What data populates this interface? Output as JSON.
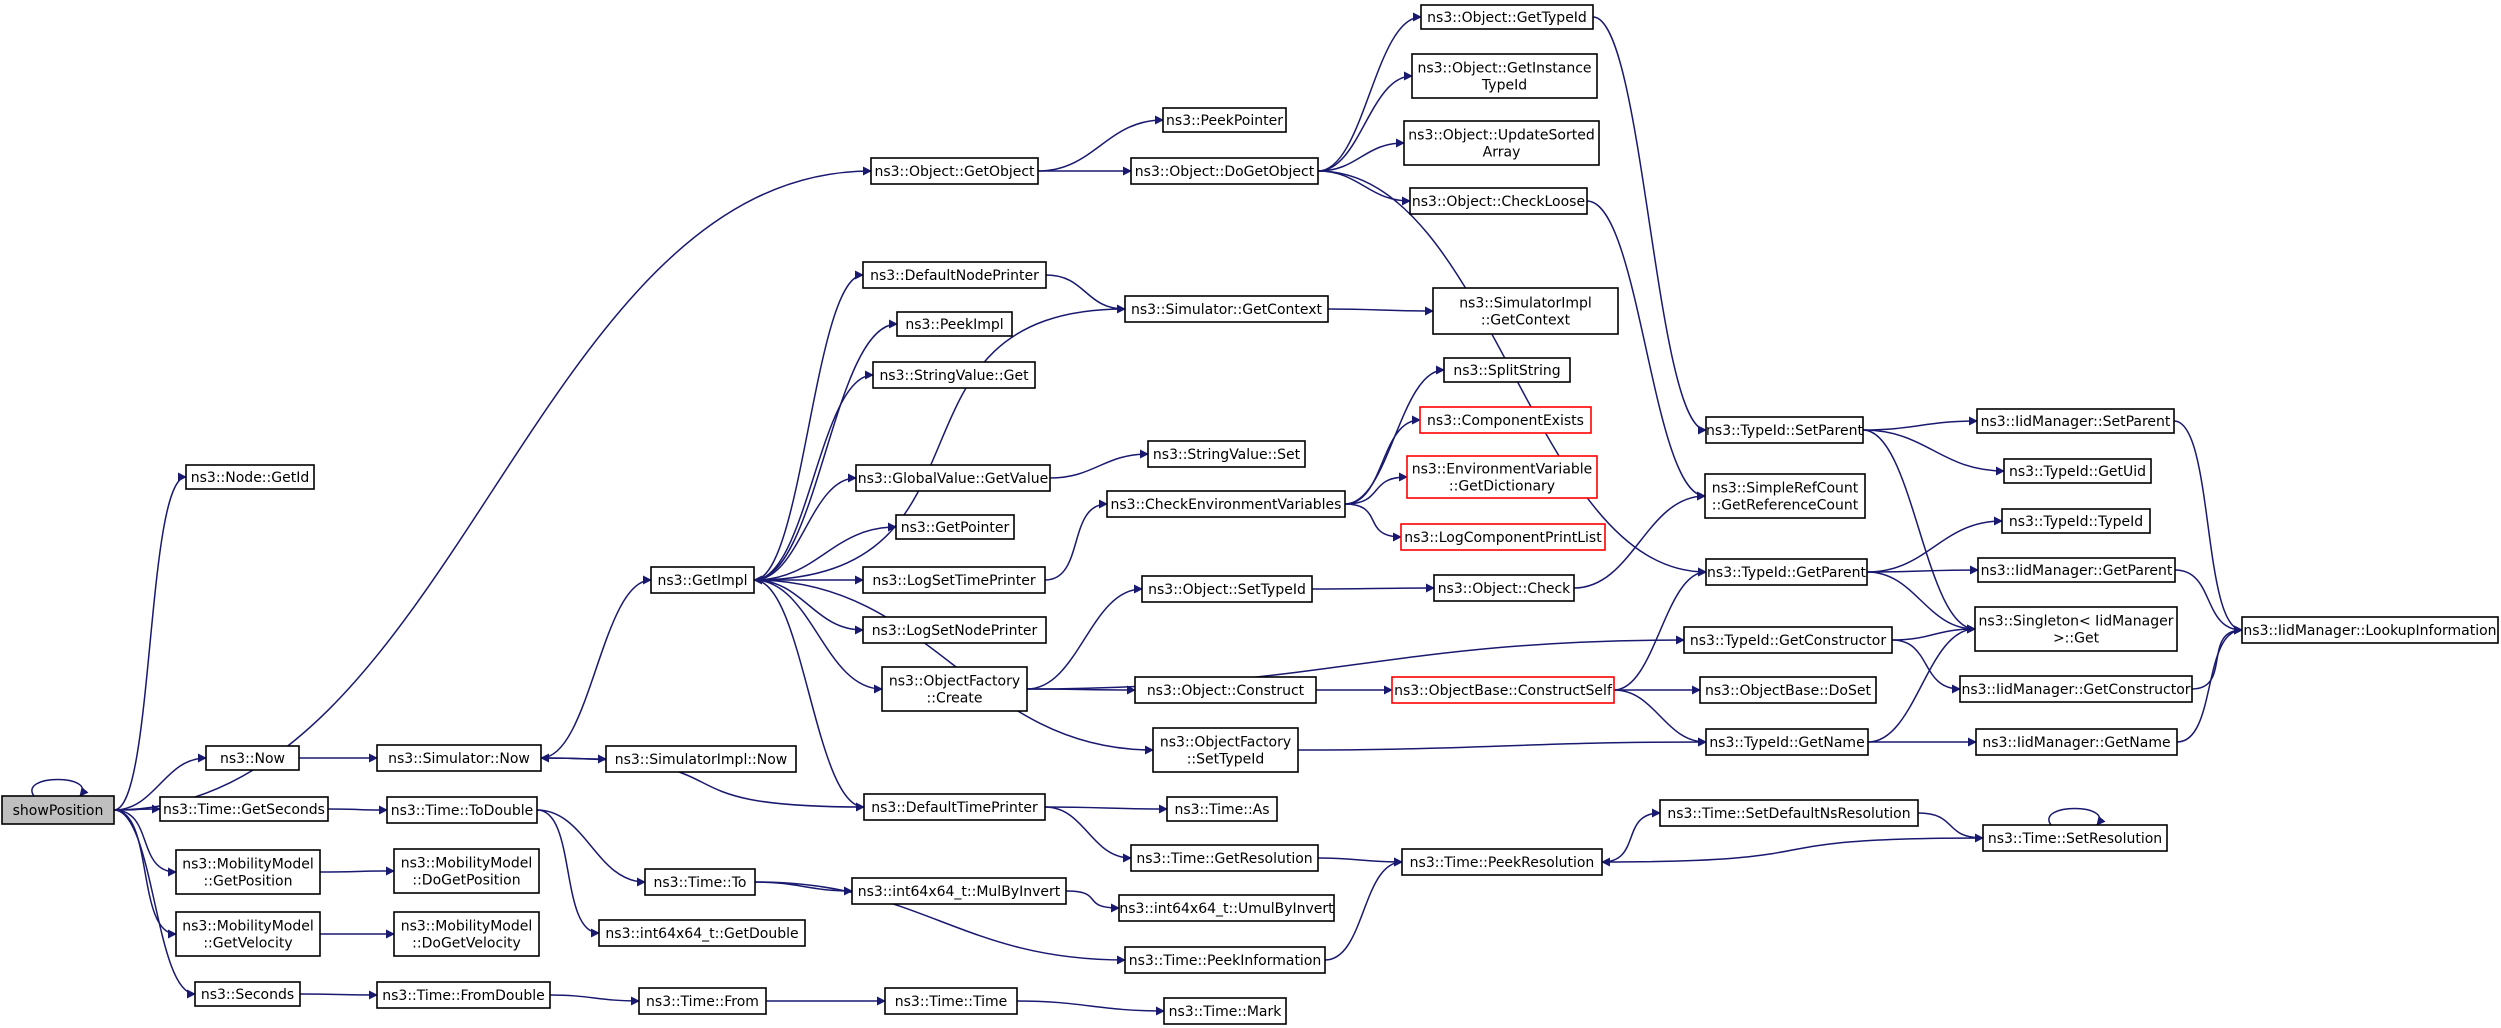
{
  "colors": {
    "edge": "#191970",
    "node_border": "#000000",
    "error_border": "#ff0000",
    "root_fill": "#bfbfbf"
  },
  "nodes": [
    {
      "id": "showPosition",
      "lines": [
        "showPosition"
      ]
    },
    {
      "id": "Node_GetId",
      "lines": [
        "ns3::Node::GetId"
      ]
    },
    {
      "id": "Object_GetObject",
      "lines": [
        "ns3::Object::GetObject"
      ]
    },
    {
      "id": "PeekPointer",
      "lines": [
        "ns3::PeekPointer"
      ]
    },
    {
      "id": "DoGetObject",
      "lines": [
        "ns3::Object::DoGetObject"
      ]
    },
    {
      "id": "Object_GetTypeId",
      "lines": [
        "ns3::Object::GetTypeId"
      ]
    },
    {
      "id": "GetInstanceTypeId",
      "lines": [
        "ns3::Object::GetInstance",
        "TypeId"
      ]
    },
    {
      "id": "UpdateSortedArray",
      "lines": [
        "ns3::Object::UpdateSorted",
        "Array"
      ]
    },
    {
      "id": "CheckLoose",
      "lines": [
        "ns3::Object::CheckLoose"
      ]
    },
    {
      "id": "DefaultNodePrinter",
      "lines": [
        "ns3::DefaultNodePrinter"
      ]
    },
    {
      "id": "Sim_GetContext",
      "lines": [
        "ns3::Simulator::GetContext"
      ]
    },
    {
      "id": "SimImpl_GetContext",
      "lines": [
        "ns3::SimulatorImpl",
        "::GetContext"
      ]
    },
    {
      "id": "PeekImpl",
      "lines": [
        "ns3::PeekImpl"
      ]
    },
    {
      "id": "StringValue_Get",
      "lines": [
        "ns3::StringValue::Get"
      ]
    },
    {
      "id": "SplitString",
      "lines": [
        "ns3::SplitString"
      ]
    },
    {
      "id": "ComponentExists",
      "lines": [
        "ns3::ComponentExists"
      ],
      "red": true
    },
    {
      "id": "EnvGetDictionary",
      "lines": [
        "ns3::EnvironmentVariable",
        "::GetDictionary"
      ],
      "red": true
    },
    {
      "id": "LogComponentPrintList",
      "lines": [
        "ns3::LogComponentPrintList"
      ],
      "red": true
    },
    {
      "id": "GlobalValue_GetValue",
      "lines": [
        "ns3::GlobalValue::GetValue"
      ]
    },
    {
      "id": "StringValue_Set",
      "lines": [
        "ns3::StringValue::Set"
      ]
    },
    {
      "id": "CheckEnvVars",
      "lines": [
        "ns3::CheckEnvironmentVariables"
      ]
    },
    {
      "id": "GetPointer",
      "lines": [
        "ns3::GetPointer"
      ]
    },
    {
      "id": "GetImpl",
      "lines": [
        "ns3::GetImpl"
      ]
    },
    {
      "id": "LogSetTimePrinter",
      "lines": [
        "ns3::LogSetTimePrinter"
      ]
    },
    {
      "id": "LogSetNodePrinter",
      "lines": [
        "ns3::LogSetNodePrinter"
      ]
    },
    {
      "id": "ObjectFactory_Create",
      "lines": [
        "ns3::ObjectFactory",
        "::Create"
      ]
    },
    {
      "id": "Object_SetTypeId",
      "lines": [
        "ns3::Object::SetTypeId"
      ]
    },
    {
      "id": "Object_Check",
      "lines": [
        "ns3::Object::Check"
      ]
    },
    {
      "id": "Object_Construct",
      "lines": [
        "ns3::Object::Construct"
      ]
    },
    {
      "id": "ObjectBase_ConstructSelf",
      "lines": [
        "ns3::ObjectBase::ConstructSelf"
      ],
      "red": true
    },
    {
      "id": "ObjectBase_DoSet",
      "lines": [
        "ns3::ObjectBase::DoSet"
      ]
    },
    {
      "id": "ObjectFactory_SetTypeId",
      "lines": [
        "ns3::ObjectFactory",
        "::SetTypeId"
      ]
    },
    {
      "id": "Now",
      "lines": [
        "ns3::Now"
      ]
    },
    {
      "id": "Simulator_Now",
      "lines": [
        "ns3::Simulator::Now"
      ]
    },
    {
      "id": "SimulatorImpl_Now",
      "lines": [
        "ns3::SimulatorImpl::Now"
      ]
    },
    {
      "id": "DefaultTimePrinter",
      "lines": [
        "ns3::DefaultTimePrinter"
      ]
    },
    {
      "id": "Time_As",
      "lines": [
        "ns3::Time::As"
      ]
    },
    {
      "id": "Time_GetResolution",
      "lines": [
        "ns3::Time::GetResolution"
      ]
    },
    {
      "id": "Time_PeekResolution",
      "lines": [
        "ns3::Time::PeekResolution"
      ]
    },
    {
      "id": "Time_SetDefaultNsResolution",
      "lines": [
        "ns3::Time::SetDefaultNsResolution"
      ]
    },
    {
      "id": "Time_SetResolution",
      "lines": [
        "ns3::Time::SetResolution"
      ]
    },
    {
      "id": "Time_GetSeconds",
      "lines": [
        "ns3::Time::GetSeconds"
      ]
    },
    {
      "id": "Time_ToDouble",
      "lines": [
        "ns3::Time::ToDouble"
      ]
    },
    {
      "id": "Time_To",
      "lines": [
        "ns3::Time::To"
      ]
    },
    {
      "id": "MulByInvert",
      "lines": [
        "ns3::int64x64_t::MulByInvert"
      ]
    },
    {
      "id": "UmulByInvert",
      "lines": [
        "ns3::int64x64_t::UmulByInvert"
      ]
    },
    {
      "id": "GetDouble",
      "lines": [
        "ns3::int64x64_t::GetDouble"
      ]
    },
    {
      "id": "Time_PeekInformation",
      "lines": [
        "ns3::Time::PeekInformation"
      ]
    },
    {
      "id": "MM_GetPosition",
      "lines": [
        "ns3::MobilityModel",
        "::GetPosition"
      ]
    },
    {
      "id": "MM_DoGetPosition",
      "lines": [
        "ns3::MobilityModel",
        "::DoGetPosition"
      ]
    },
    {
      "id": "MM_GetVelocity",
      "lines": [
        "ns3::MobilityModel",
        "::GetVelocity"
      ]
    },
    {
      "id": "MM_DoGetVelocity",
      "lines": [
        "ns3::MobilityModel",
        "::DoGetVelocity"
      ]
    },
    {
      "id": "Seconds",
      "lines": [
        "ns3::Seconds"
      ]
    },
    {
      "id": "Time_FromDouble",
      "lines": [
        "ns3::Time::FromDouble"
      ]
    },
    {
      "id": "Time_From",
      "lines": [
        "ns3::Time::From"
      ]
    },
    {
      "id": "Time_Time",
      "lines": [
        "ns3::Time::Time"
      ]
    },
    {
      "id": "Time_Mark",
      "lines": [
        "ns3::Time::Mark"
      ]
    },
    {
      "id": "TypeId_SetParent",
      "lines": [
        "ns3::TypeId::SetParent"
      ]
    },
    {
      "id": "SimpleRefCount",
      "lines": [
        "ns3::SimpleRefCount",
        "::GetReferenceCount"
      ]
    },
    {
      "id": "TypeId_GetParent",
      "lines": [
        "ns3::TypeId::GetParent"
      ]
    },
    {
      "id": "TypeId_GetConstructor",
      "lines": [
        "ns3::TypeId::GetConstructor"
      ]
    },
    {
      "id": "TypeId_GetName",
      "lines": [
        "ns3::TypeId::GetName"
      ]
    },
    {
      "id": "IidM_SetParent",
      "lines": [
        "ns3::IidManager::SetParent"
      ]
    },
    {
      "id": "TypeId_GetUid",
      "lines": [
        "ns3::TypeId::GetUid"
      ]
    },
    {
      "id": "TypeId_TypeId",
      "lines": [
        "ns3::TypeId::TypeId"
      ]
    },
    {
      "id": "IidM_GetParent",
      "lines": [
        "ns3::IidManager::GetParent"
      ]
    },
    {
      "id": "Singleton_Get",
      "lines": [
        "ns3::Singleton< IidManager",
        "  >::Get"
      ]
    },
    {
      "id": "IidM_GetConstructor",
      "lines": [
        "ns3::IidManager::GetConstructor"
      ]
    },
    {
      "id": "IidM_GetName",
      "lines": [
        "ns3::IidManager::GetName"
      ]
    },
    {
      "id": "IidM_LookupInformation",
      "lines": [
        "ns3::IidManager::LookupInformation"
      ]
    }
  ],
  "edges": [
    [
      "showPosition",
      "showPosition"
    ],
    [
      "showPosition",
      "Node_GetId"
    ],
    [
      "showPosition",
      "Object_GetObject"
    ],
    [
      "showPosition",
      "Now"
    ],
    [
      "showPosition",
      "Time_GetSeconds"
    ],
    [
      "showPosition",
      "MM_GetPosition"
    ],
    [
      "showPosition",
      "MM_GetVelocity"
    ],
    [
      "showPosition",
      "Seconds"
    ],
    [
      "Object_GetObject",
      "PeekPointer"
    ],
    [
      "Object_GetObject",
      "DoGetObject"
    ],
    [
      "DoGetObject",
      "Object_GetTypeId"
    ],
    [
      "DoGetObject",
      "GetInstanceTypeId"
    ],
    [
      "DoGetObject",
      "UpdateSortedArray"
    ],
    [
      "DoGetObject",
      "CheckLoose"
    ],
    [
      "DoGetObject",
      "TypeId_GetParent"
    ],
    [
      "Object_GetTypeId",
      "TypeId_SetParent"
    ],
    [
      "CheckLoose",
      "SimpleRefCount"
    ],
    [
      "Now",
      "Simulator_Now"
    ],
    [
      "Simulator_Now",
      "GetImpl"
    ],
    [
      "Simulator_Now",
      "SimulatorImpl_Now"
    ],
    [
      "GetImpl",
      "DefaultNodePrinter"
    ],
    [
      "GetImpl",
      "PeekImpl"
    ],
    [
      "GetImpl",
      "StringValue_Get"
    ],
    [
      "GetImpl",
      "GlobalValue_GetValue"
    ],
    [
      "GetImpl",
      "GetPointer"
    ],
    [
      "GetImpl",
      "LogSetTimePrinter"
    ],
    [
      "GetImpl",
      "LogSetNodePrinter"
    ],
    [
      "GetImpl",
      "ObjectFactory_Create"
    ],
    [
      "GetImpl",
      "ObjectFactory_SetTypeId"
    ],
    [
      "GetImpl",
      "DefaultTimePrinter"
    ],
    [
      "DefaultNodePrinter",
      "Sim_GetContext"
    ],
    [
      "Sim_GetContext",
      "GetImpl"
    ],
    [
      "Sim_GetContext",
      "SimImpl_GetContext"
    ],
    [
      "GlobalValue_GetValue",
      "StringValue_Set"
    ],
    [
      "LogSetTimePrinter",
      "CheckEnvVars"
    ],
    [
      "CheckEnvVars",
      "SplitString"
    ],
    [
      "CheckEnvVars",
      "ComponentExists"
    ],
    [
      "CheckEnvVars",
      "EnvGetDictionary"
    ],
    [
      "CheckEnvVars",
      "LogComponentPrintList"
    ],
    [
      "ObjectFactory_Create",
      "Object_SetTypeId"
    ],
    [
      "ObjectFactory_Create",
      "Object_Construct"
    ],
    [
      "ObjectFactory_Create",
      "TypeId_GetConstructor"
    ],
    [
      "Object_SetTypeId",
      "Object_Check"
    ],
    [
      "Object_Check",
      "SimpleRefCount"
    ],
    [
      "Object_Construct",
      "ObjectBase_ConstructSelf"
    ],
    [
      "ObjectBase_ConstructSelf",
      "TypeId_GetParent"
    ],
    [
      "ObjectBase_ConstructSelf",
      "ObjectBase_DoSet"
    ],
    [
      "ObjectBase_ConstructSelf",
      "TypeId_GetName"
    ],
    [
      "ObjectFactory_SetTypeId",
      "TypeId_GetName"
    ],
    [
      "DefaultTimePrinter",
      "Simulator_Now"
    ],
    [
      "DefaultTimePrinter",
      "Time_As"
    ],
    [
      "DefaultTimePrinter",
      "Time_GetResolution"
    ],
    [
      "Time_GetResolution",
      "Time_PeekResolution"
    ],
    [
      "Time_PeekResolution",
      "Time_SetDefaultNsResolution"
    ],
    [
      "Time_SetDefaultNsResolution",
      "Time_SetResolution"
    ],
    [
      "Time_SetResolution",
      "Time_PeekResolution"
    ],
    [
      "Time_SetResolution",
      "Time_SetResolution"
    ],
    [
      "Time_GetSeconds",
      "Time_ToDouble"
    ],
    [
      "Time_ToDouble",
      "Time_To"
    ],
    [
      "Time_ToDouble",
      "GetDouble"
    ],
    [
      "Time_To",
      "MulByInvert"
    ],
    [
      "Time_To",
      "Time_PeekInformation"
    ],
    [
      "MulByInvert",
      "UmulByInvert"
    ],
    [
      "Time_PeekInformation",
      "Time_PeekResolution"
    ],
    [
      "MM_GetPosition",
      "MM_DoGetPosition"
    ],
    [
      "MM_GetVelocity",
      "MM_DoGetVelocity"
    ],
    [
      "Seconds",
      "Time_FromDouble"
    ],
    [
      "Time_FromDouble",
      "Time_From"
    ],
    [
      "Time_From",
      "Time_Time"
    ],
    [
      "Time_Time",
      "Time_Mark"
    ],
    [
      "TypeId_SetParent",
      "IidM_SetParent"
    ],
    [
      "TypeId_SetParent",
      "TypeId_GetUid"
    ],
    [
      "TypeId_SetParent",
      "Singleton_Get"
    ],
    [
      "TypeId_GetParent",
      "TypeId_TypeId"
    ],
    [
      "TypeId_GetParent",
      "IidM_GetParent"
    ],
    [
      "TypeId_GetParent",
      "Singleton_Get"
    ],
    [
      "TypeId_GetConstructor",
      "Singleton_Get"
    ],
    [
      "TypeId_GetConstructor",
      "IidM_GetConstructor"
    ],
    [
      "TypeId_GetName",
      "Singleton_Get"
    ],
    [
      "TypeId_GetName",
      "IidM_GetName"
    ],
    [
      "IidM_SetParent",
      "IidM_LookupInformation"
    ],
    [
      "IidM_GetParent",
      "IidM_LookupInformation"
    ],
    [
      "IidM_GetConstructor",
      "IidM_LookupInformation"
    ],
    [
      "IidM_GetName",
      "IidM_LookupInformation"
    ]
  ]
}
